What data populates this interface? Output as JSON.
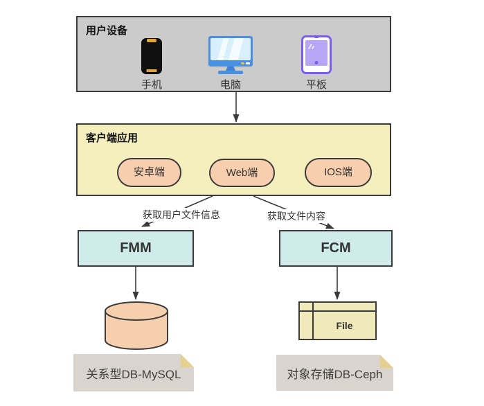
{
  "colors": {
    "border": "#3b3b3b",
    "arrow": "#3b3b3b",
    "text": "#333333",
    "device-box-bg": "#cbcbcb",
    "client-box-bg": "#f5efbe",
    "pill-bg": "#f7cfae",
    "service-bg": "#cfeceb",
    "file-bg": "#f0e9b9",
    "cylinder-bg": "#f6cfae",
    "note-bg": "#d9d5ce",
    "note-fold": "#e5d08f",
    "phone-body": "#0f0f0f",
    "phone-accent": "#dfa43c",
    "monitor-frame": "#4a90e2",
    "monitor-screen": "#d9effb",
    "tablet-frame": "#7b5cf3",
    "tablet-screen": "#b7a6f6"
  },
  "diagram": {
    "device_box": {
      "title": "用户设备",
      "devices": [
        {
          "icon": "smartphone-icon",
          "label": "手机"
        },
        {
          "icon": "desktop-computer-icon",
          "label": "电脑"
        },
        {
          "icon": "tablet-icon",
          "label": "平板"
        }
      ]
    },
    "client_box": {
      "title": "客户端应用",
      "clients": [
        {
          "label": "安卓端"
        },
        {
          "label": "Web端"
        },
        {
          "label": "IOS端"
        }
      ]
    },
    "flows": {
      "fmm_arrow_label": "获取用户文件信息",
      "fcm_arrow_label": "获取文件内容"
    },
    "services": [
      {
        "label": "FMM"
      },
      {
        "label": "FCM"
      }
    ],
    "storage": {
      "file_label": "File",
      "mysql_note_label": "关系型DB-MySQL",
      "ceph_note_label": "对象存储DB-Ceph"
    }
  }
}
